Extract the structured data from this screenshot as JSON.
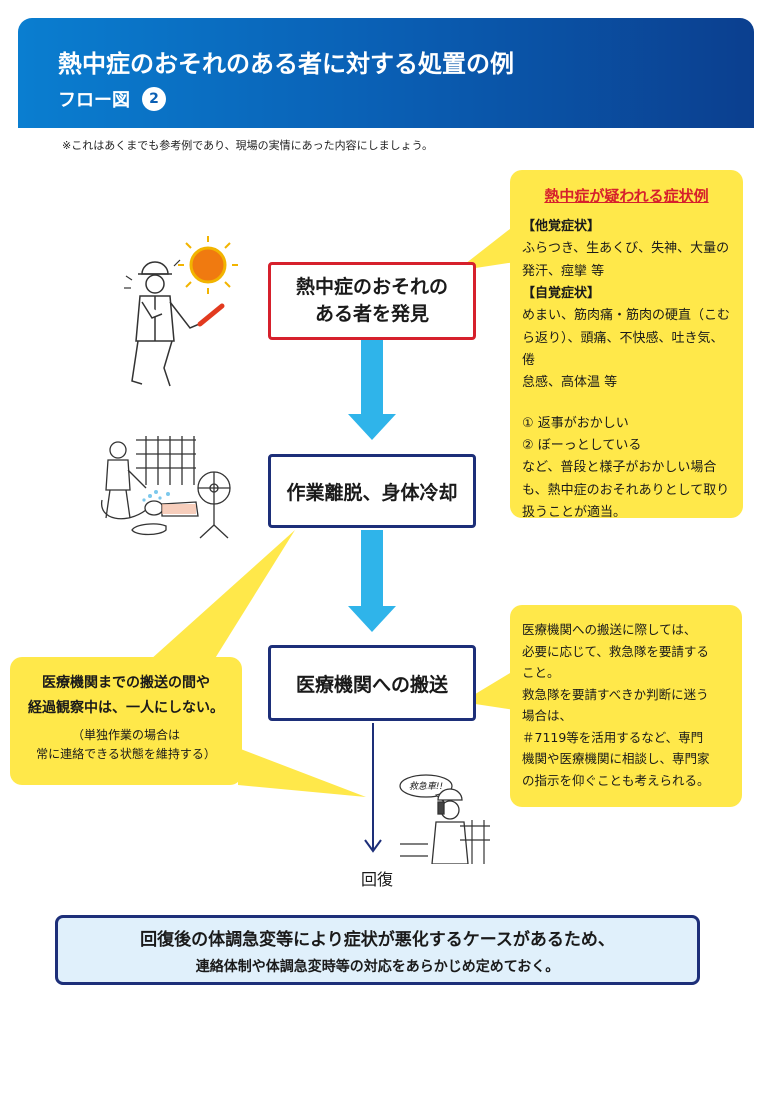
{
  "header": {
    "title": "熱中症のおそれのある者に対する処置の例",
    "subtitle": "フロー図",
    "number": "2"
  },
  "note": "※これはあくまでも参考例であり、現場の実情にあった内容にしましょう。",
  "steps": {
    "discover_line1": "熱中症のおそれの",
    "discover_line2": "ある者を発見",
    "cooling": "作業離脱、身体冷却",
    "transport": "医療機関への搬送"
  },
  "symptoms_callout": {
    "title": "熱中症が疑われる症状例",
    "other_heading": "【他覚症状】",
    "other_lines": [
      "ふらつき、生あくび、失神、大量の",
      "発汗、痙攣 等"
    ],
    "self_heading": "【自覚症状】",
    "self_lines": [
      "めまい、筋肉痛・筋肉の硬直（こむ",
      "ら返り）、頭痛、不快感、吐き気、倦",
      "怠感、高体温 等"
    ],
    "signs": [
      "① 返事がおかしい",
      "② ぼーっとしている"
    ],
    "closing_lines": [
      "など、普段と様子がおかしい場合",
      "も、熱中症のおそれありとして取り",
      "扱うことが適当。"
    ]
  },
  "alone_callout": {
    "main_lines": [
      "医療機関までの搬送の間や",
      "経過観察中は、一人にしない。"
    ],
    "sub_lines": [
      "（単独作業の場合は",
      "常に連絡できる状態を維持する）"
    ]
  },
  "transport_callout": {
    "lines": [
      "医療機関への搬送に際しては、",
      "必要に応じて、救急隊を要請する",
      "こと。",
      "救急隊を要請すべきか判断に迷う",
      "場合は、",
      "＃7119等を活用するなど、専門",
      "機関や医療機関に相談し、専門家",
      "の指示を仰ぐことも考えられる。"
    ]
  },
  "phone_speech": "救急車!!",
  "recovery_label": "回復",
  "bottom_box": {
    "line1": "回復後の体調急変等により症状が悪化するケースがあるため、",
    "line2": "連絡体制や体調急変時等の対応をあらかじめ定めておく。"
  },
  "colors": {
    "header_start": "#0a7ed0",
    "header_end": "#0b3f8f",
    "alert_red": "#d6202c",
    "box_navy": "#1d2f79",
    "arrow_cyan": "#2fb4ea",
    "callout_yellow": "#ffe84a",
    "bottom_bg": "#e0f0fb"
  }
}
